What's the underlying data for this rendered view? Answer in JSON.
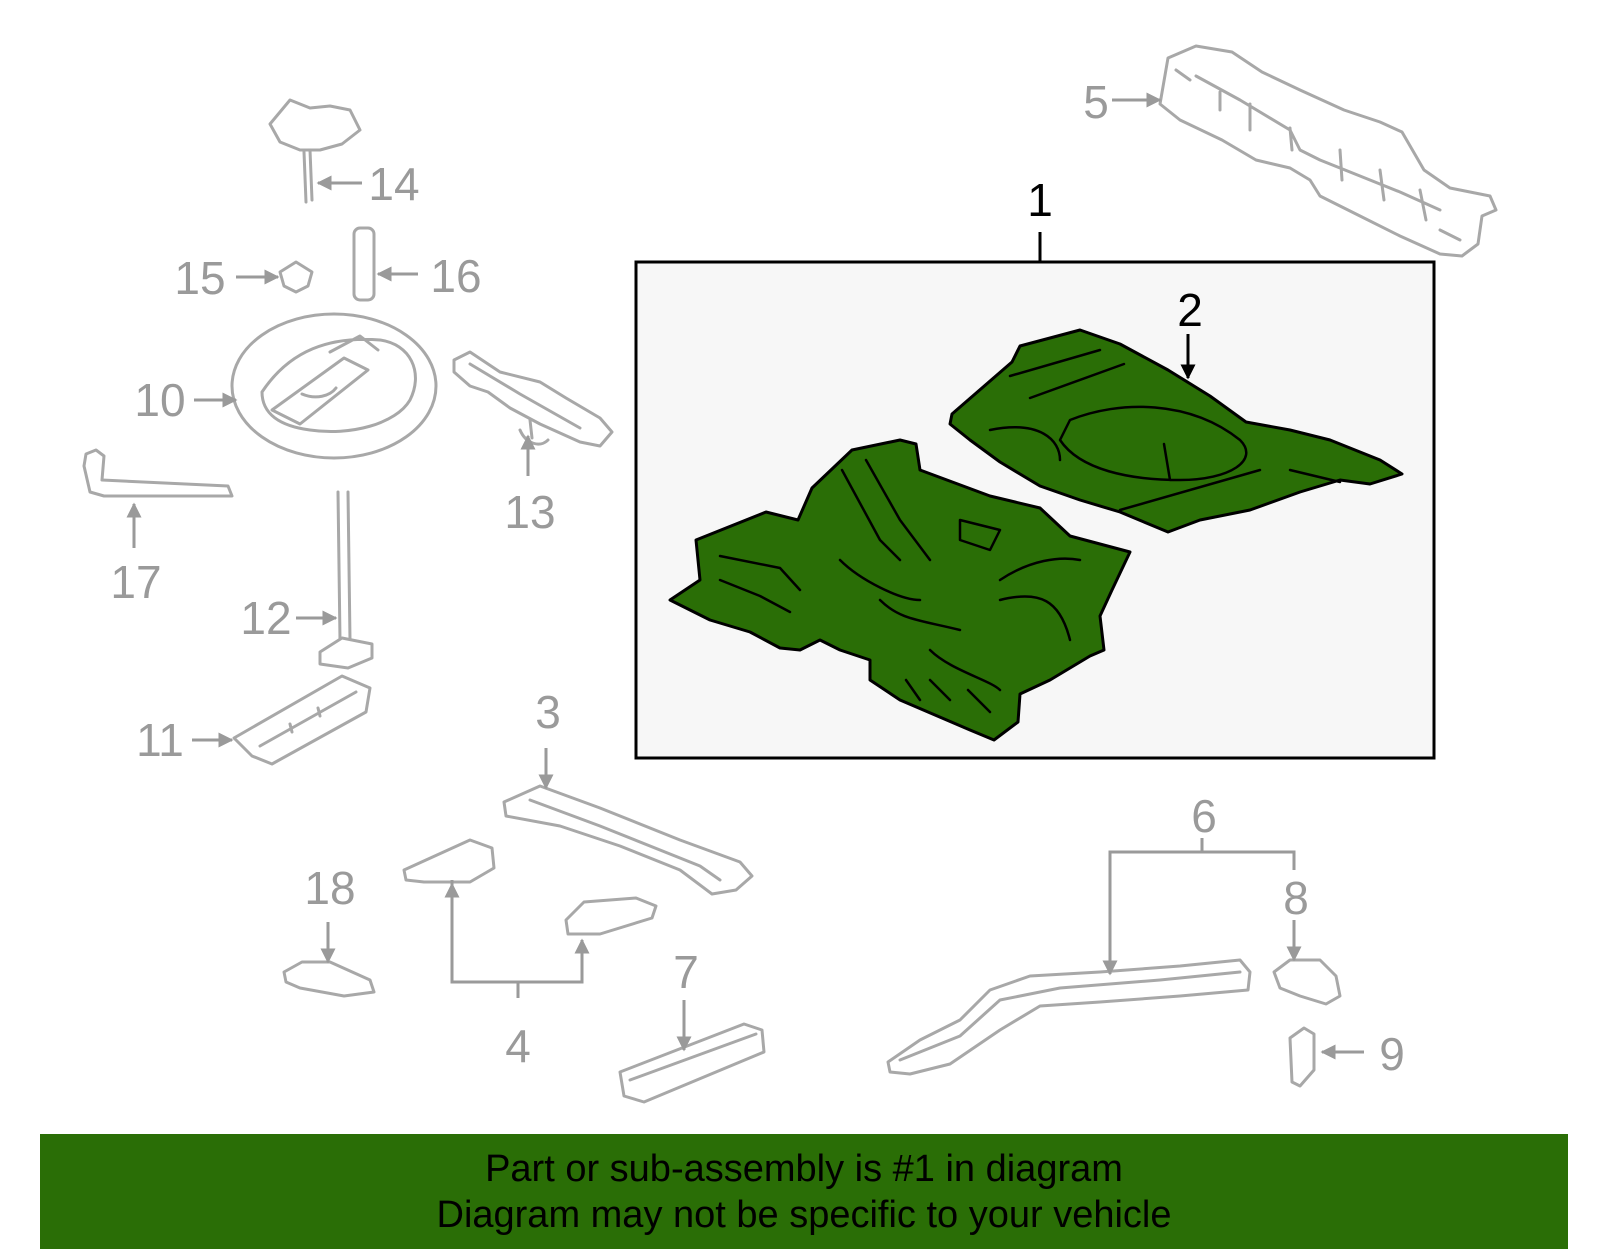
{
  "diagram": {
    "colors": {
      "highlight_fill": "#2a6e06",
      "ghost_stroke": "#a8a8a8",
      "callout_gray": "#9a9a9a",
      "box_fill": "#f7f7f7",
      "banner_fill": "#2a6e06"
    },
    "callouts": {
      "c1": "1",
      "c2": "2",
      "c3": "3",
      "c4": "4",
      "c5": "5",
      "c6": "6",
      "c7": "7",
      "c8": "8",
      "c9": "9",
      "c10": "10",
      "c11": "11",
      "c12": "12",
      "c13": "13",
      "c14": "14",
      "c15": "15",
      "c16": "16",
      "c17": "17",
      "c18": "18"
    }
  },
  "banner": {
    "line1": "Part or sub-assembly is #1 in diagram",
    "line2": "Diagram may not be specific to your vehicle"
  }
}
